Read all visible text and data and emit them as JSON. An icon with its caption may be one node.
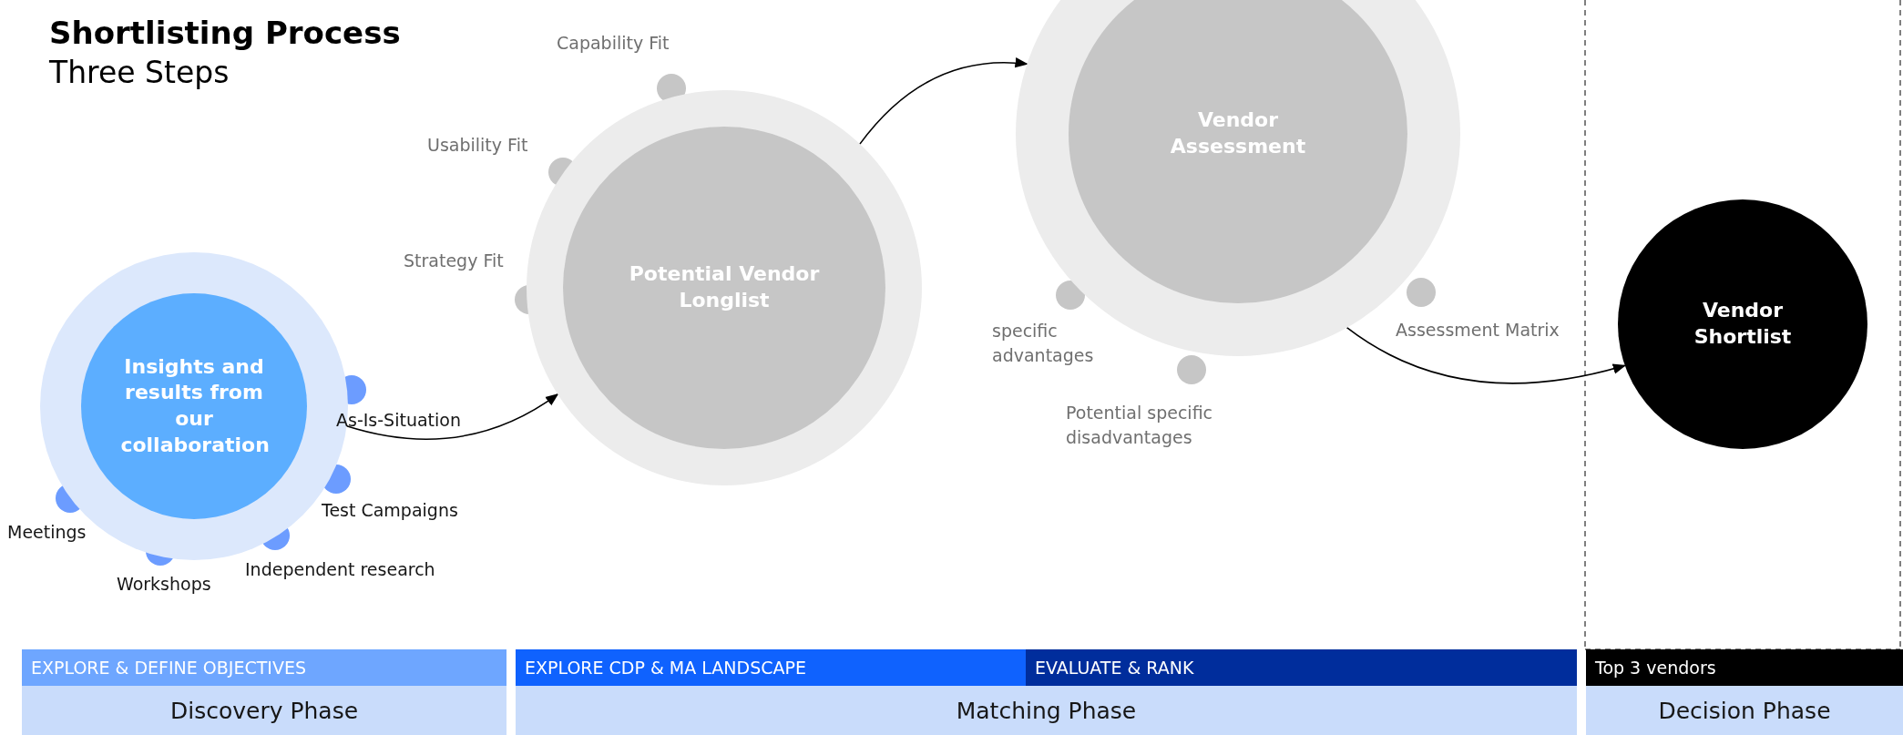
{
  "diagram": {
    "title": "Shortlisting Process",
    "nodes": [
      {
        "text": [
          "Insights and results from our collaboration"
        ]
      },
      {
        "text": [
          "Potential Vendor Longlist"
        ]
      },
      {
        "text": [
          "Vendor Assessment"
        ]
      },
      {
        "text": [
          "Vendor Shortlist"
        ]
      },
      {
        "text": [
          "EXPLORE & DEFINE OBJECTIVES"
        ]
      },
      {
        "text": [
          "EXPLORE CDP & MA LANDSCAPE"
        ]
      },
      {
        "text": [
          "EVALUATE & RANK"
        ]
      },
      {
        "text": [
          "Top 3 vendors"
        ]
      },
      {
        "text": [
          "Discovery Phase"
        ]
      },
      {
        "text": [
          "Matching Phase"
        ]
      },
      {
        "text": [
          "Decision Phase"
        ]
      }
    ],
    "edges": [
      {
        "from": 0,
        "to": 1,
        "arrow": "to"
      },
      {
        "from": 1,
        "to": 2,
        "arrow": "to"
      },
      {
        "from": 2,
        "to": 3,
        "arrow": "to"
      }
    ],
    "labels": [
      "Three Steps",
      "Capability Fit",
      "Usability Fit",
      "Strategy Fit",
      "specific advantages",
      "Assessment Matrix",
      "Potential specific disadvantages",
      "As-Is-Situation",
      "Test Campaigns",
      "Meetings",
      "Independent research",
      "Workshops"
    ]
  }
}
